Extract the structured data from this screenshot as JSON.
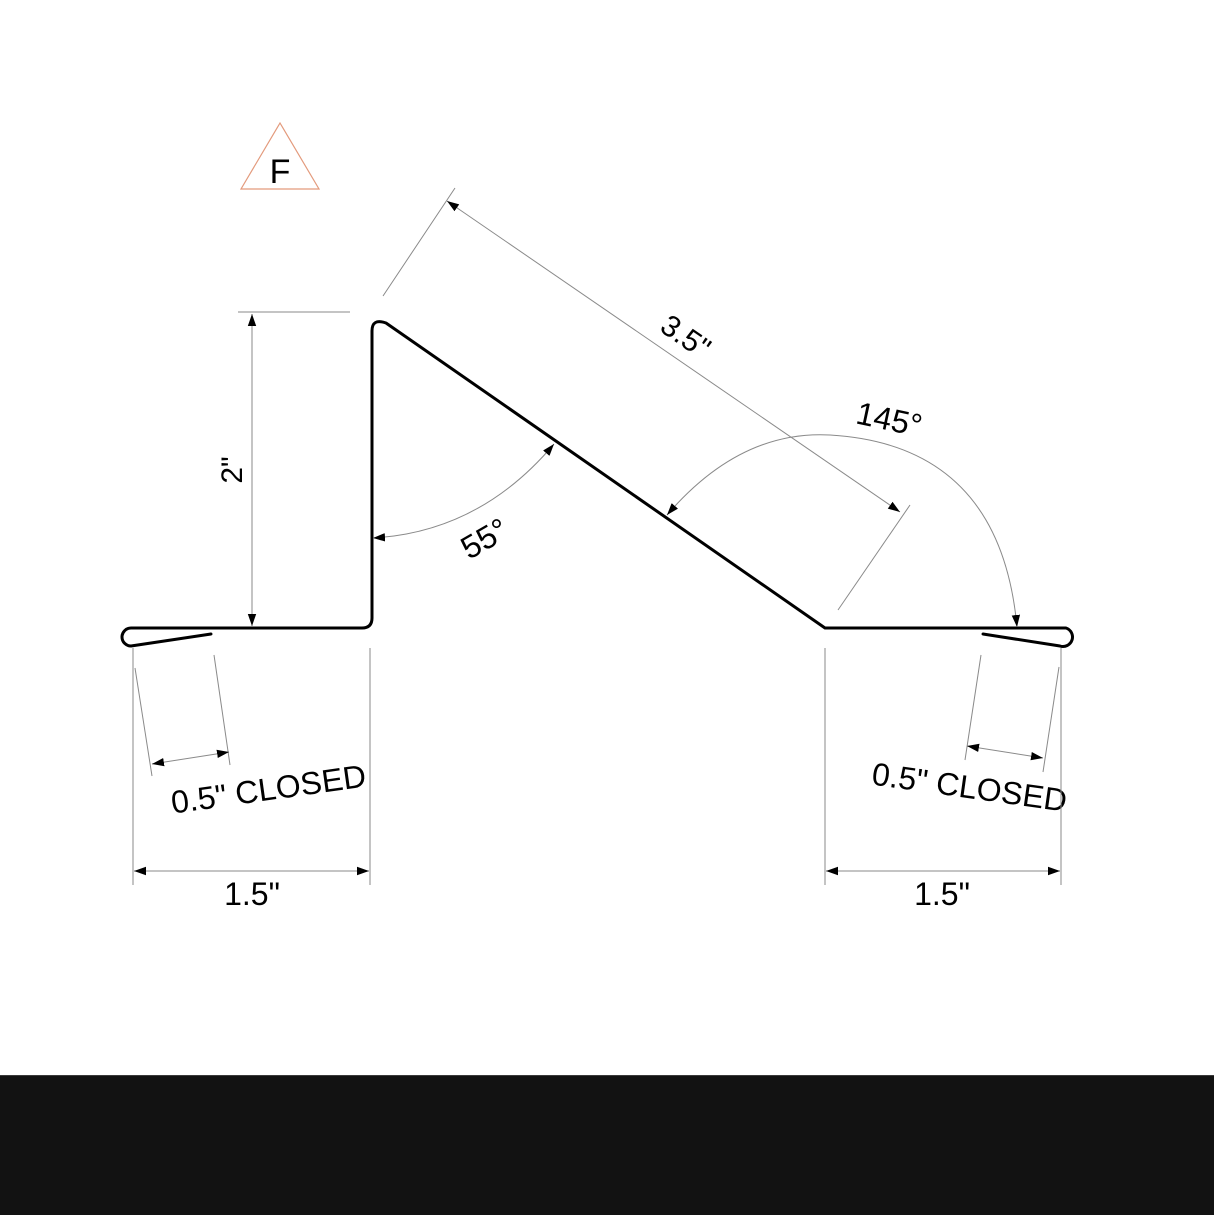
{
  "badge": {
    "letter": "F",
    "color": "#d9441c",
    "outline_color": "#e39a7c"
  },
  "dimensions": {
    "height": "2\"",
    "slope_length": "3.5\"",
    "angle_inner": "55°",
    "angle_outer": "145°",
    "left_hem": "0.5\" CLOSED",
    "right_hem": "0.5\" CLOSED",
    "left_flange": "1.5\"",
    "right_flange": "1.5\""
  },
  "footer": {
    "color": "#121212"
  }
}
